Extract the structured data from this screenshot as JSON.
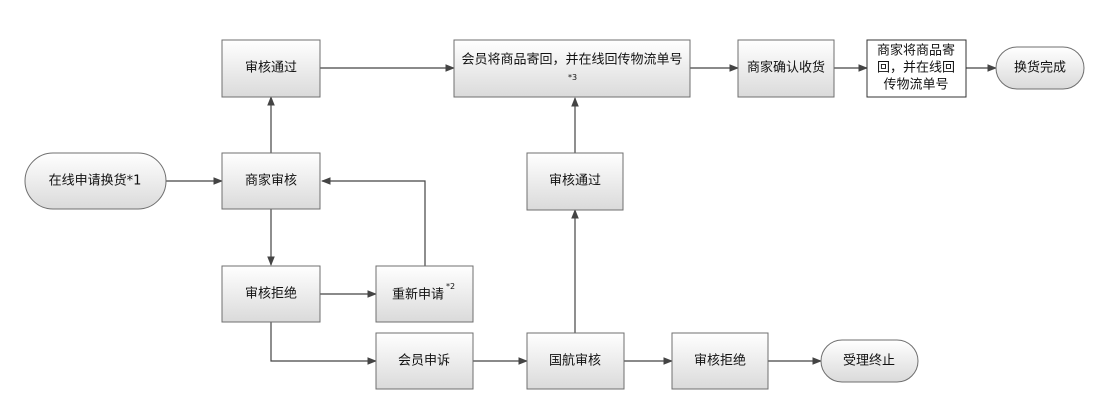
{
  "nodes": {
    "apply_online": "在线申请换货*1",
    "merchant_review": "商家审核",
    "approved_top": "审核通过",
    "member_return_line1": "会员将商品寄回，并在线回传物流单号",
    "member_return_note": "*3",
    "merchant_receive": "商家确认收货",
    "merchant_send_line1": "商家将商品寄",
    "merchant_send_line2": "回，并在线回",
    "merchant_send_line3": "传物流单号",
    "exchange_done": "换货完成",
    "approved_mid": "审核通过",
    "rejected_left": "审核拒绝",
    "reapply": "重新申请",
    "reapply_note": "*2",
    "member_appeal": "会员申诉",
    "airline_review": "国航审核",
    "rejected_right": "审核拒绝",
    "terminated": "受理终止"
  },
  "colors": {
    "box_top": "#ffffff",
    "box_bottom": "#dcdcdc",
    "stroke": "#6f6f6f",
    "edge": "#444444"
  }
}
